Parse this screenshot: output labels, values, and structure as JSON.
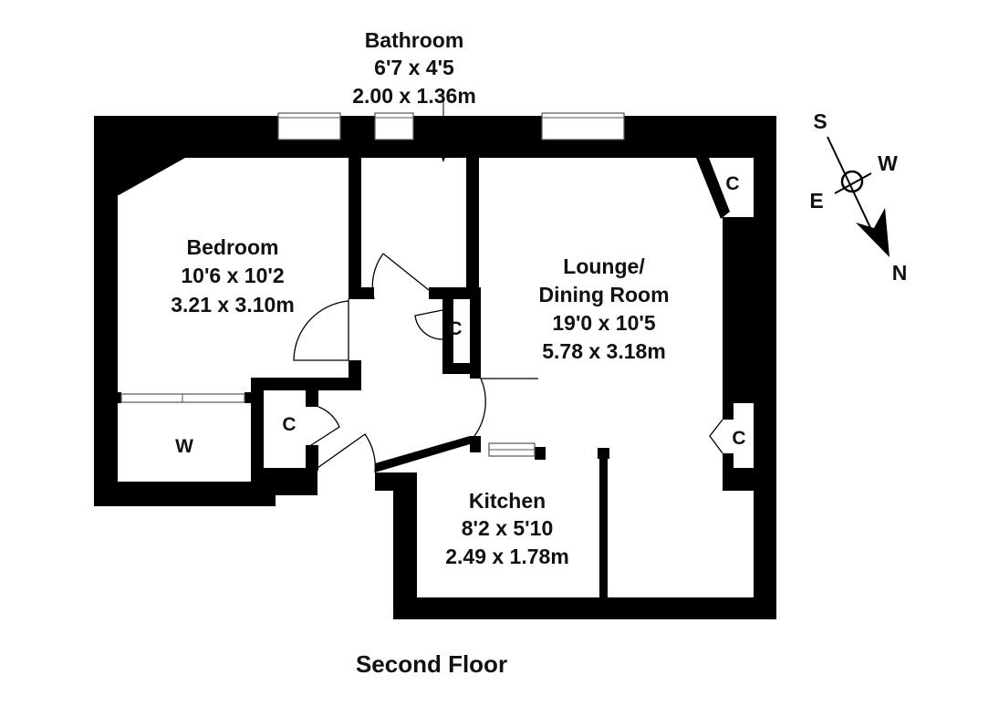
{
  "rooms": {
    "bathroom": {
      "name": "Bathroom",
      "imperial": "6'7 x 4'5",
      "metric": "2.00 x 1.36m"
    },
    "bedroom": {
      "name": "Bedroom",
      "imperial": "10'6 x 10'2",
      "metric": "3.21 x 3.10m"
    },
    "lounge": {
      "name_line1": "Lounge/",
      "name_line2": "Dining Room",
      "imperial": "19'0 x 10'5",
      "metric": "5.78 x 3.18m"
    },
    "kitchen": {
      "name": "Kitchen",
      "imperial": "8'2 x 5'10",
      "metric": "2.49 x 1.78m"
    }
  },
  "cupboards": {
    "label": "C",
    "wardrobe_label": "W"
  },
  "compass": {
    "s": "S",
    "w": "W",
    "e": "E",
    "n": "N"
  },
  "floor_label": "Second Floor"
}
